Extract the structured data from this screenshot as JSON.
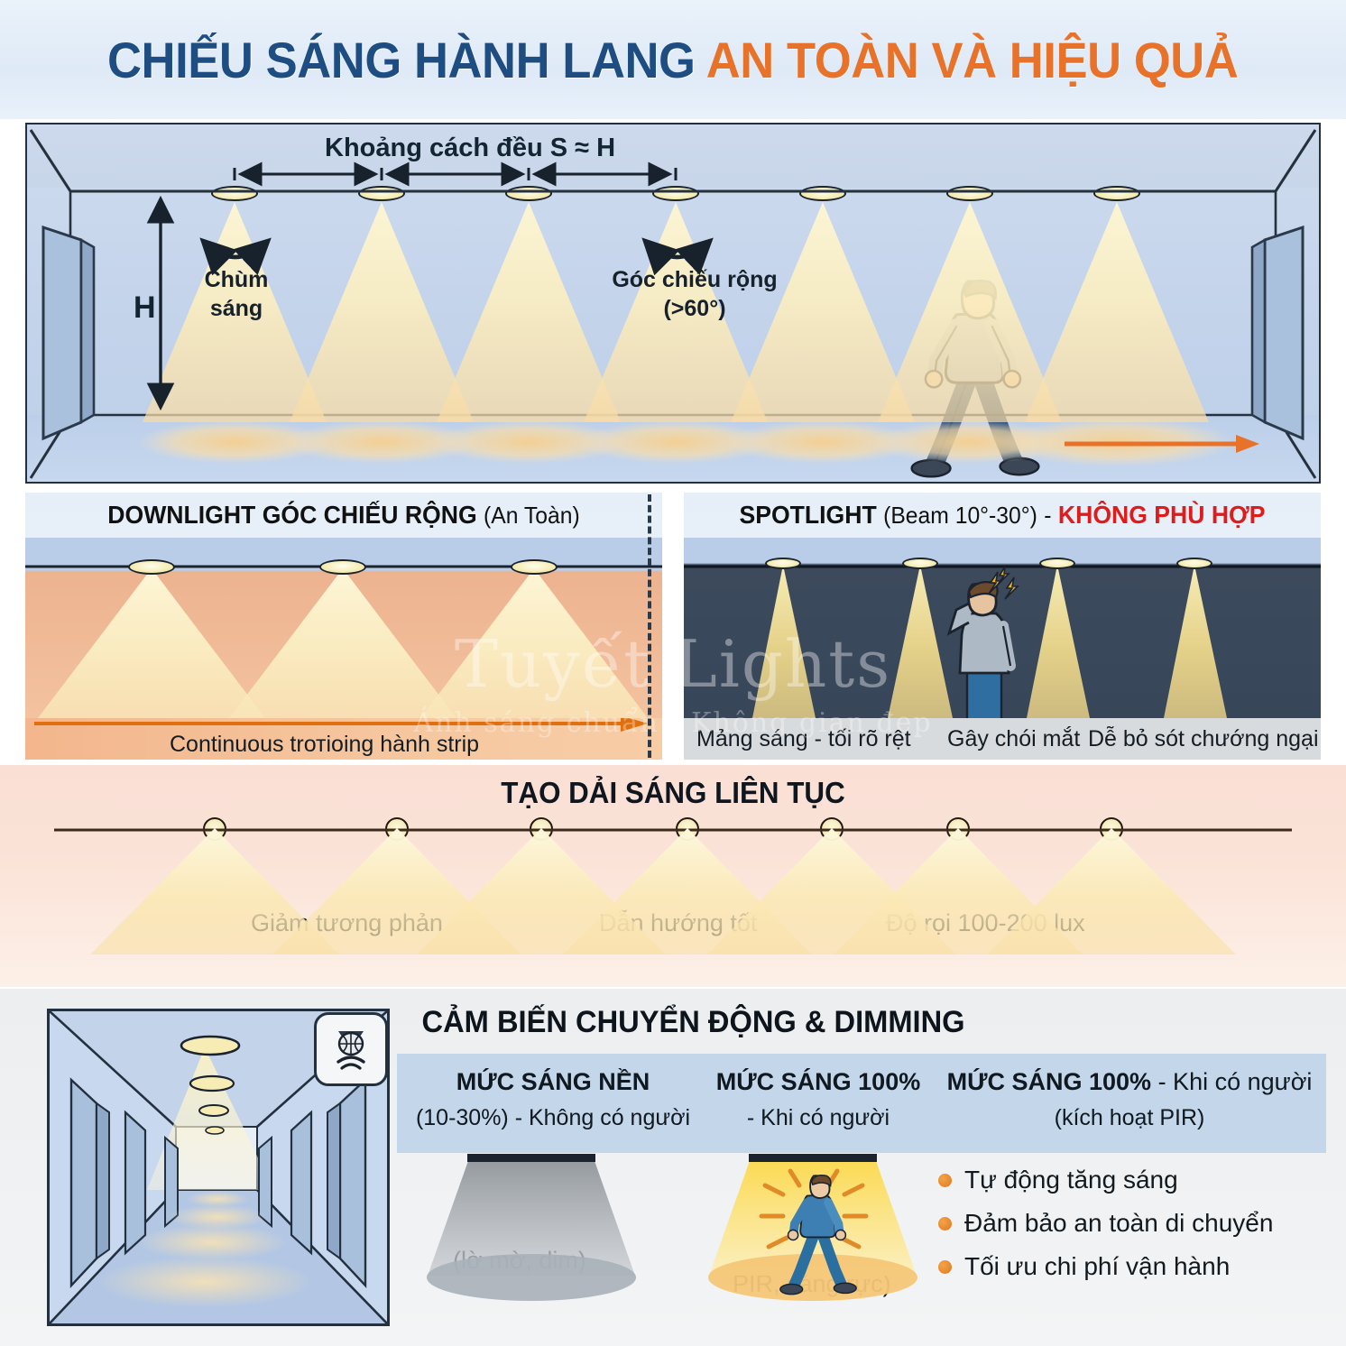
{
  "title": {
    "part_blue": "CHIẾU SÁNG HÀNH LANG",
    "part_orange": "AN TOÀN VÀ HIỆU QUẢ"
  },
  "watermark": {
    "brand": "Tuyết Lights",
    "tagline": "Ánh sáng chuẩn - Không gian đẹp"
  },
  "panel1": {
    "spacing_label": "Khoảng cách đều S ≈ H",
    "height_label": "H",
    "beam_label_line1": "Chùm",
    "beam_label_line2": "sáng",
    "angle_label_line1": "Góc chiếu rộng",
    "angle_label_line2": "(>60°)"
  },
  "panel2": {
    "left": {
      "head_bold": "DOWNLIGHT GÓC CHIẾU RỘNG",
      "head_reg": "(An Toàn)",
      "caption": "Continuous trотioing hành strip"
    },
    "right": {
      "head_bold": "SPOTLIGHT",
      "head_reg": "(Beam 10°-30°)",
      "head_dash": "-",
      "head_red": "KHÔNG PHÙ HỢP",
      "captions": [
        "Mảng sáng - tối rõ rệt",
        "Gây chói mắt",
        "Dễ bỏ sót chướng ngại vật"
      ]
    }
  },
  "panel3": {
    "title": "TẠO DẢI SÁNG LIÊN TỤC",
    "captions": [
      "Giảm tương phản",
      "Dẫn hướng tốt",
      "Độ rọi 100-200 lux"
    ]
  },
  "panel4": {
    "title": "CẢM BIẾN CHUYỂN ĐỘNG & DIMMING",
    "columns": [
      {
        "bold": "MỨC SÁNG NỀN",
        "normal": "(10-30%) - Không có người"
      },
      {
        "bold": "MỨC SÁNG 100%",
        "normal": "- Khi có người"
      }
    ],
    "col3": {
      "bold": "MỨC SÁNG 100%",
      "bold_tail": "- Khi có người",
      "normal": "(kích hoạt PIR)"
    },
    "bullets": [
      "Tự động tăng sáng",
      "Đảm bảo an toàn di chuyển",
      "Tối ưu chi phí vận hành"
    ],
    "cone_labels": {
      "dim": "(lờ mờ, dim)",
      "bright": "PIR, sáng rực)"
    }
  },
  "colors": {
    "title_blue": "#1e4d82",
    "title_orange": "#e8722a",
    "warning_red": "#e01b1b",
    "bullet_orange": "#e2771d",
    "ink": "#22303f"
  }
}
